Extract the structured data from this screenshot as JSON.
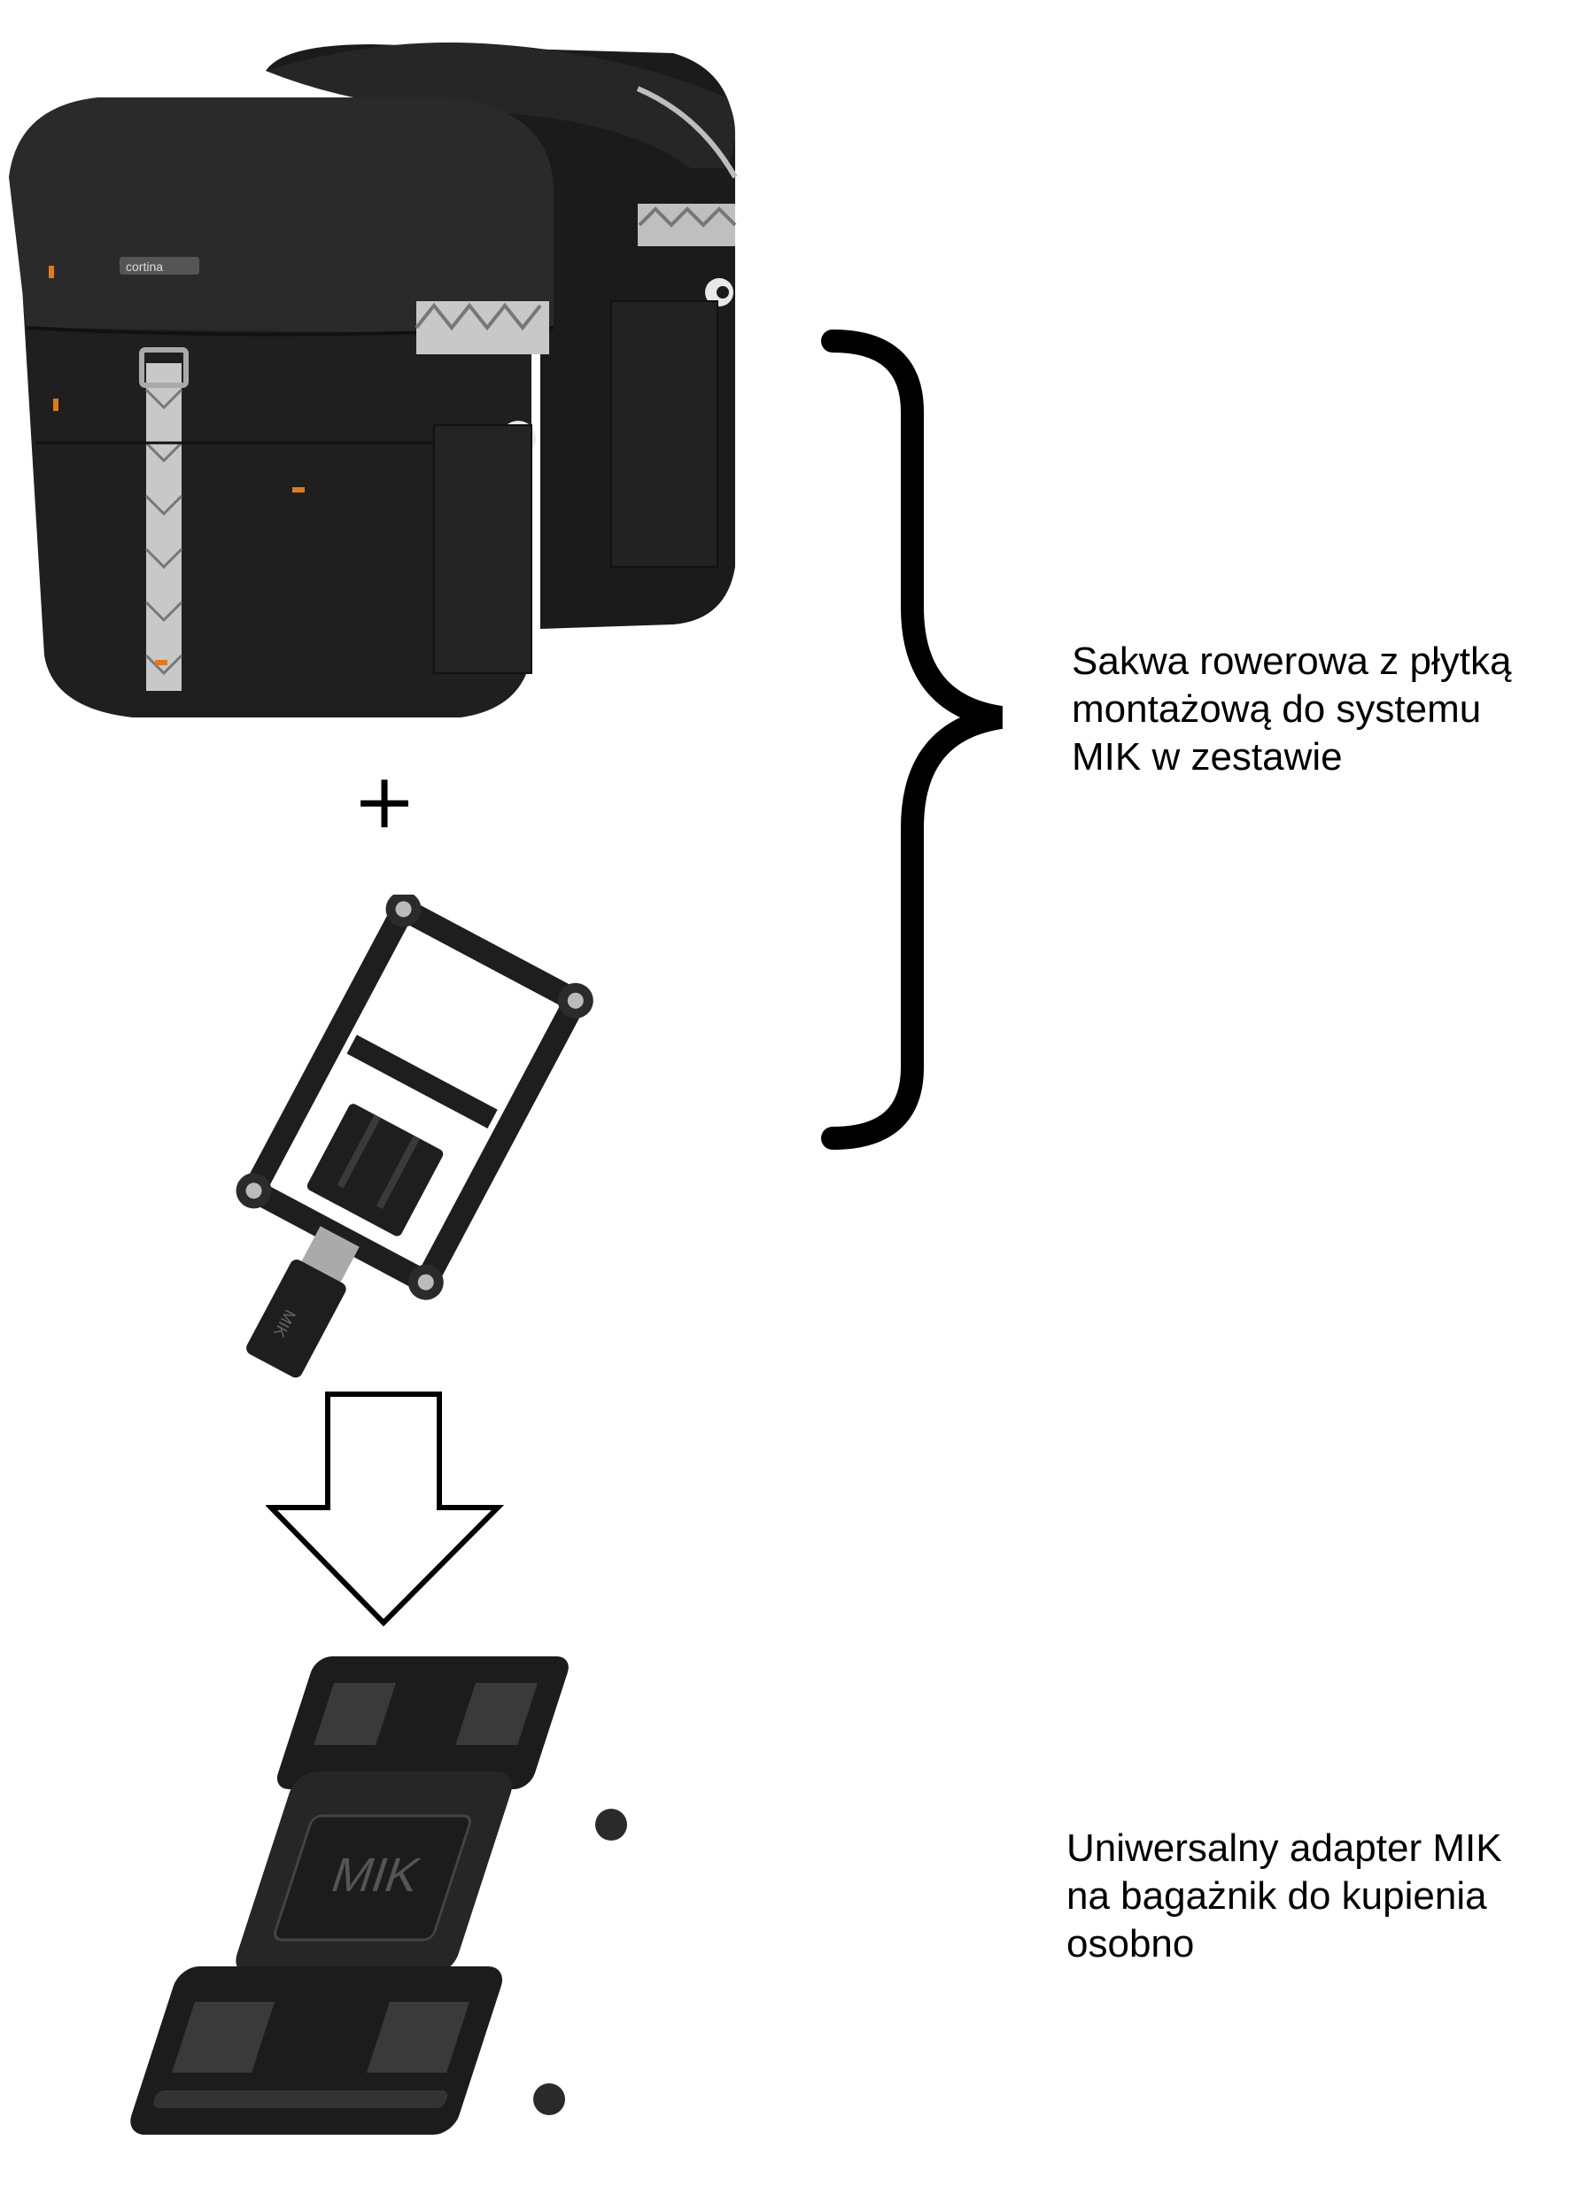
{
  "captions": {
    "kit_text": "Sakwa rowerowa z płytką\nmontażową do systemu\nMIK w zestawie",
    "adapter_text": "Uniwersalny adapter MIK\nna bagażnik do kupienia\nosobno"
  },
  "bag": {
    "brand_label": "cortina",
    "main_color": "#1f1f1f",
    "accent_color": "#e07a1f",
    "reflective_color": "#c8c8c8"
  },
  "plate_label": "MIK",
  "adapter_label": "MIK",
  "symbols": {
    "plus": "+",
    "arrow_icon": "down-arrow-icon",
    "brace_icon": "right-curly-brace-icon"
  }
}
